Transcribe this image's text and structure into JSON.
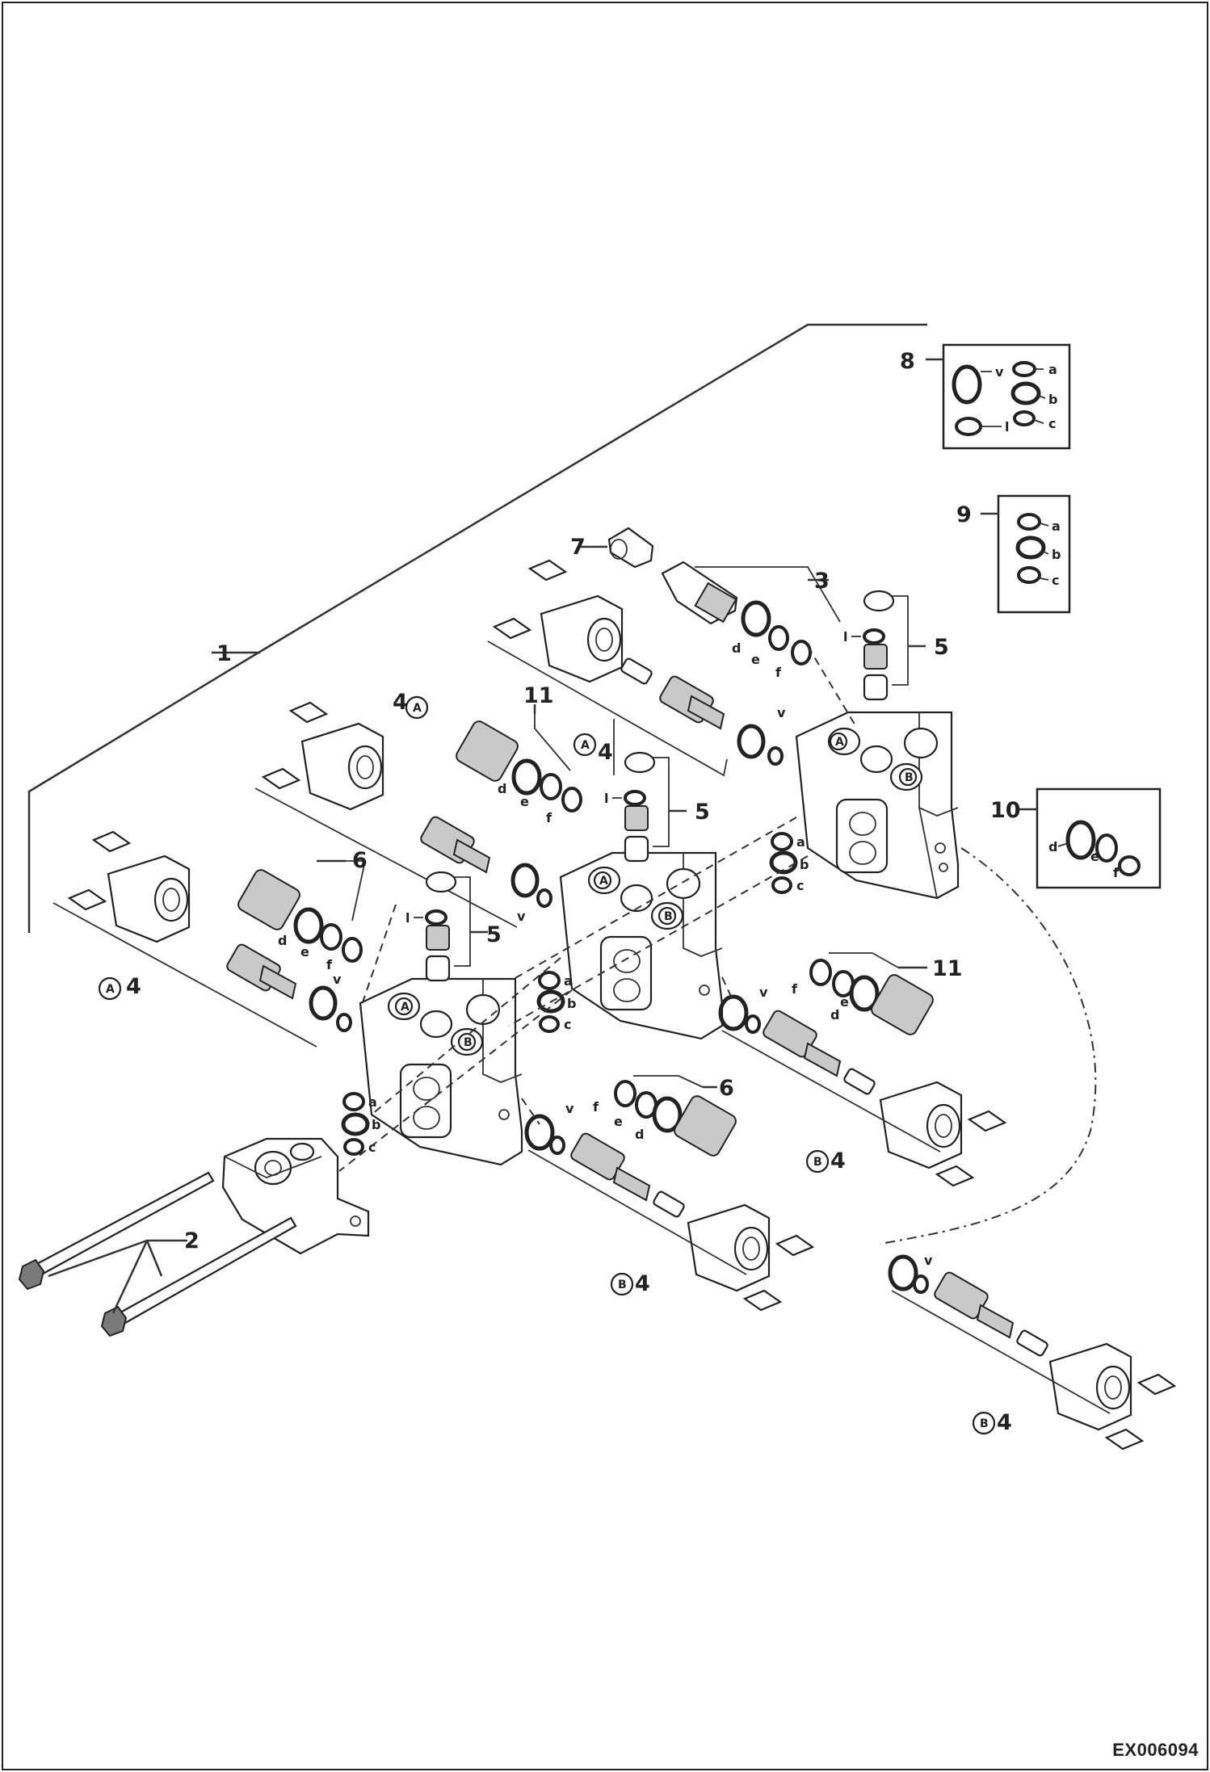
{
  "drawing_id": "EX006094",
  "callouts": {
    "c1": "1",
    "c2": "2",
    "c3": "3",
    "c4a": "4",
    "c4b": "4",
    "c4c": "4",
    "c4d": "4",
    "c4e": "4",
    "c4f": "4",
    "c5a": "5",
    "c5b": "5",
    "c5c": "5",
    "c6a": "6",
    "c6b": "6",
    "c7": "7",
    "c8": "8",
    "c9": "9",
    "c10": "10",
    "c11a": "11",
    "c11b": "11"
  },
  "view_markers": {
    "A": "A",
    "B": "B"
  },
  "seal_letters": {
    "a": "a",
    "b": "b",
    "c": "c",
    "d": "d",
    "e": "e",
    "f": "f",
    "l": "l",
    "v": "v"
  }
}
